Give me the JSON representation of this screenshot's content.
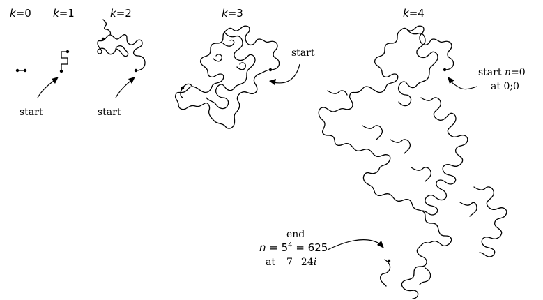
{
  "figure": {
    "stages": [
      {
        "k_var": "k",
        "eq": "=",
        "k": "0"
      },
      {
        "k_var": "k",
        "eq": "=",
        "k": "1"
      },
      {
        "k_var": "k",
        "eq": "=",
        "k": "2"
      },
      {
        "k_var": "k",
        "eq": "=",
        "k": "3"
      },
      {
        "k_var": "k",
        "eq": "=",
        "k": "4"
      }
    ],
    "start_label": "start",
    "start_n_var": "n",
    "start_n_eq": "=0",
    "start_at_word": "at",
    "start_at_value": "0;0",
    "end_label": "end",
    "end_n_var": "n",
    "end_n_eq": " = 5",
    "end_n_exp": "4",
    "end_n_val": " = 625",
    "end_at_word": "at",
    "end_at_re": "7",
    "end_at_im": "24",
    "end_at_i": "i"
  },
  "colors": {
    "ink": "#000000",
    "background": "#ffffff"
  }
}
